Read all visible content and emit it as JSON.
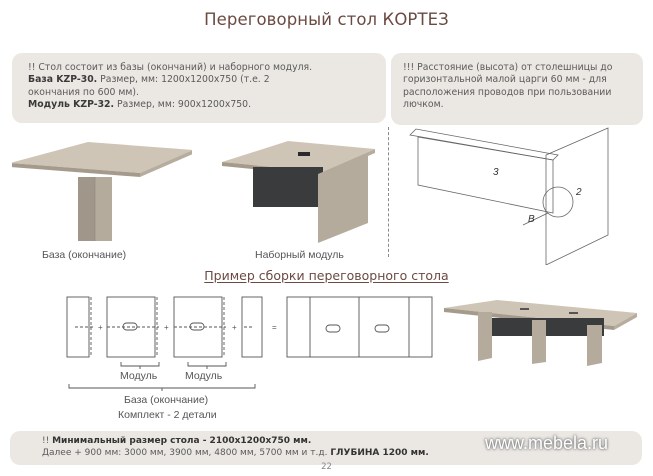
{
  "header": {
    "title": "Переговорный стол КОРТЕЗ"
  },
  "note_left": {
    "intro": "!! Стол состоит из базы (окончаний) и наборного модуля.",
    "base_label": "База KZP-30.",
    "base_text": " Размер, мм: 1200x1200x750 (т.е. 2",
    "base_text_2": "окончания по 600 мм).",
    "module_label": "Модуль KZP-32.",
    "module_text": " Размер, мм: 900x1200x750."
  },
  "note_right": {
    "text": "!!! Расстояние (высота) от столешницы до горизонтальной малой царги 60 мм - для расположения проводов при пользовании лючком."
  },
  "products": [
    {
      "caption": "База (окончание)"
    },
    {
      "caption": "Наборный модуль"
    }
  ],
  "assembly_drawing": {
    "labels": [
      "3",
      "2",
      "B"
    ]
  },
  "assembly_example": {
    "title": "Пример сборки переговорного стола",
    "plus_sign": "+",
    "equals_sign": "=",
    "module_label_1": "Модуль",
    "module_label_2": "Модуль",
    "base_label": "База (окончание)",
    "kit_label": "Комплект - 2 детали"
  },
  "footer": {
    "line1_prefix": "!! ",
    "line1_bold": "Минимальный размер стола - 2100x1200x750 мм.",
    "line2_text": "Далее + 900 мм: 3000 мм, 3900 мм, 4800 мм, 5700 мм и т.д. ",
    "line2_bold": "ГЛУБИНА 1200 мм."
  },
  "watermark": "www.mebela.ru",
  "page_number": "22",
  "colors": {
    "title": "#6b4a42",
    "note_bg": "#ebe8e4",
    "wood": "#c9bfb0",
    "wood_dark": "#a89e90",
    "panel_dark": "#3a3b3d"
  }
}
